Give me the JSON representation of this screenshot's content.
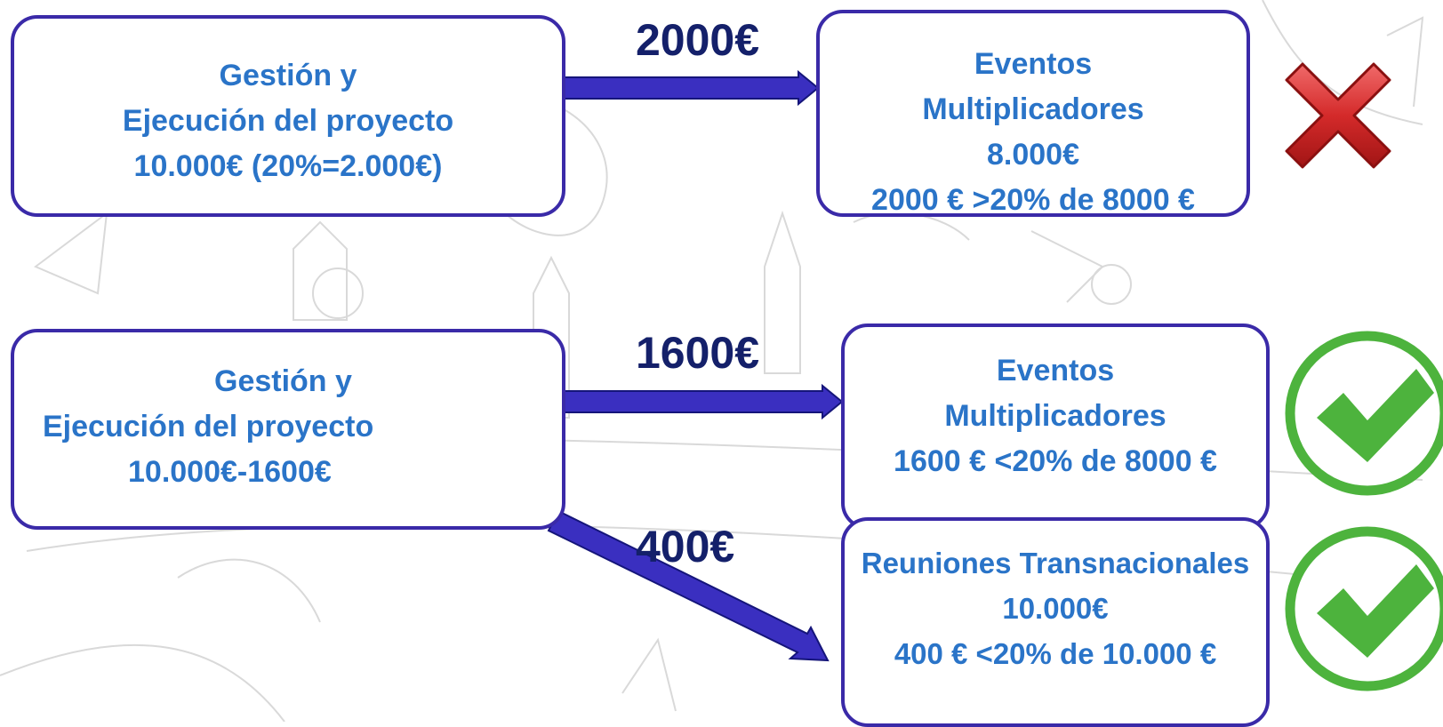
{
  "rows": {
    "top": {
      "source": {
        "lines": [
          "Gestión  y",
          "Ejecución del proyecto",
          "10.000€ (20%=2.000€)"
        ]
      },
      "arrow_amount": "2000€",
      "target": {
        "lines": [
          "Eventos",
          "Multiplicadores",
          "8.000€",
          "2000 € >20% de 8000 €"
        ]
      },
      "status": "cross-icon"
    },
    "bottom": {
      "source": {
        "lines": [
          "Gestión  y",
          "Ejecución del proyecto",
          "10.000€-1600€"
        ]
      },
      "arrow_amount_a": "1600€",
      "target_a": {
        "lines": [
          "Eventos",
          "Multiplicadores",
          "1600 € <20% de 8000 €"
        ]
      },
      "status_a": "check-icon",
      "arrow_amount_b": "400€",
      "target_b": {
        "lines": [
          "Reuniones Transnacionales",
          "10.000€",
          "400 € <20% de 10.000 €"
        ]
      },
      "status_b": "check-icon"
    }
  },
  "colors": {
    "box_border": "#3a2aa8",
    "box_text": "#2a74c8",
    "amount_text": "#14206a",
    "arrow_fill": "#3a2fc0",
    "cross": "#d42a2a",
    "check": "#4db33d"
  }
}
